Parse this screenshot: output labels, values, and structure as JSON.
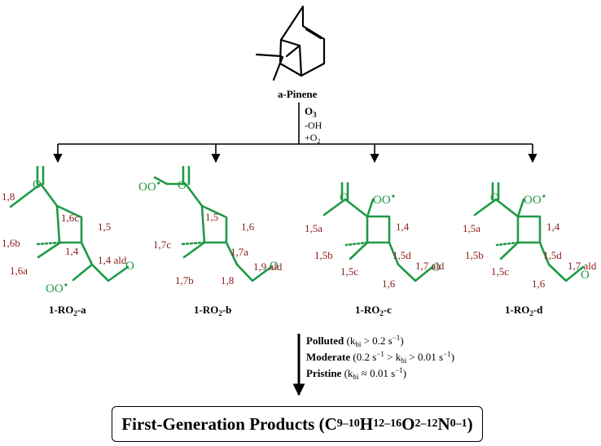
{
  "colors": {
    "structure": "#1e9a45",
    "label": "#8b1a1a",
    "line": "#000000"
  },
  "reactant": {
    "name": "a-Pinene"
  },
  "reagents": {
    "oxidant": "O",
    "oxidant_sub": "3",
    "loss": "-OH",
    "gain": "+O",
    "gain_sub": "2"
  },
  "structures": [
    {
      "name_prefix": "1-RO",
      "name_sub": "2",
      "name_suffix": "-a",
      "labels": [
        "1,8",
        "1,6c",
        "1,5",
        "1,6b",
        "1,4",
        "1,4 ald",
        "1,6a"
      ]
    },
    {
      "name_prefix": "1-RO",
      "name_sub": "2",
      "name_suffix": "-b",
      "labels": [
        "1,5",
        "1,6",
        "1,7c",
        "1,7a",
        "1,9 ald",
        "1,7b",
        "1,8"
      ]
    },
    {
      "name_prefix": "1-RO",
      "name_sub": "2",
      "name_suffix": "-c",
      "labels": [
        "1,5a",
        "1,4",
        "1,5b",
        "1,5d",
        "1,7 ald",
        "1,5c",
        "1,6"
      ]
    },
    {
      "name_prefix": "1-RO",
      "name_sub": "2",
      "name_suffix": "-d",
      "labels": [
        "1,5a",
        "1,4",
        "1,5b",
        "1,5d",
        "1,7 ald",
        "1,5c",
        "1,6"
      ]
    }
  ],
  "atoms": {
    "oxygen": "O",
    "radical_oxygen": "OO"
  },
  "conditions": [
    {
      "name": "Polluted",
      "open": "(k",
      "sub": "bi",
      "rel": " > 0.2 s",
      "sup": "−1",
      "close": ")"
    },
    {
      "name": "Moderate",
      "open": "(0.2 s",
      "sup0": "−1",
      "mid": " > k",
      "sub": "bi",
      "rel": " > 0.01 s",
      "sup": "−1",
      "close": ")"
    },
    {
      "name": "Pristine",
      "open": "(k",
      "sub": "bi",
      "rel": " ≈ 0.01 s",
      "sup": "−1",
      "close": ")"
    }
  ],
  "products": {
    "title": "First-Generation Products (C",
    "c_sub": "9–10",
    "h": "H",
    "h_sub": "12–16",
    "o": "O",
    "o_sub": "2–12",
    "n": "N",
    "n_sub": "0–1",
    "close": ")"
  }
}
